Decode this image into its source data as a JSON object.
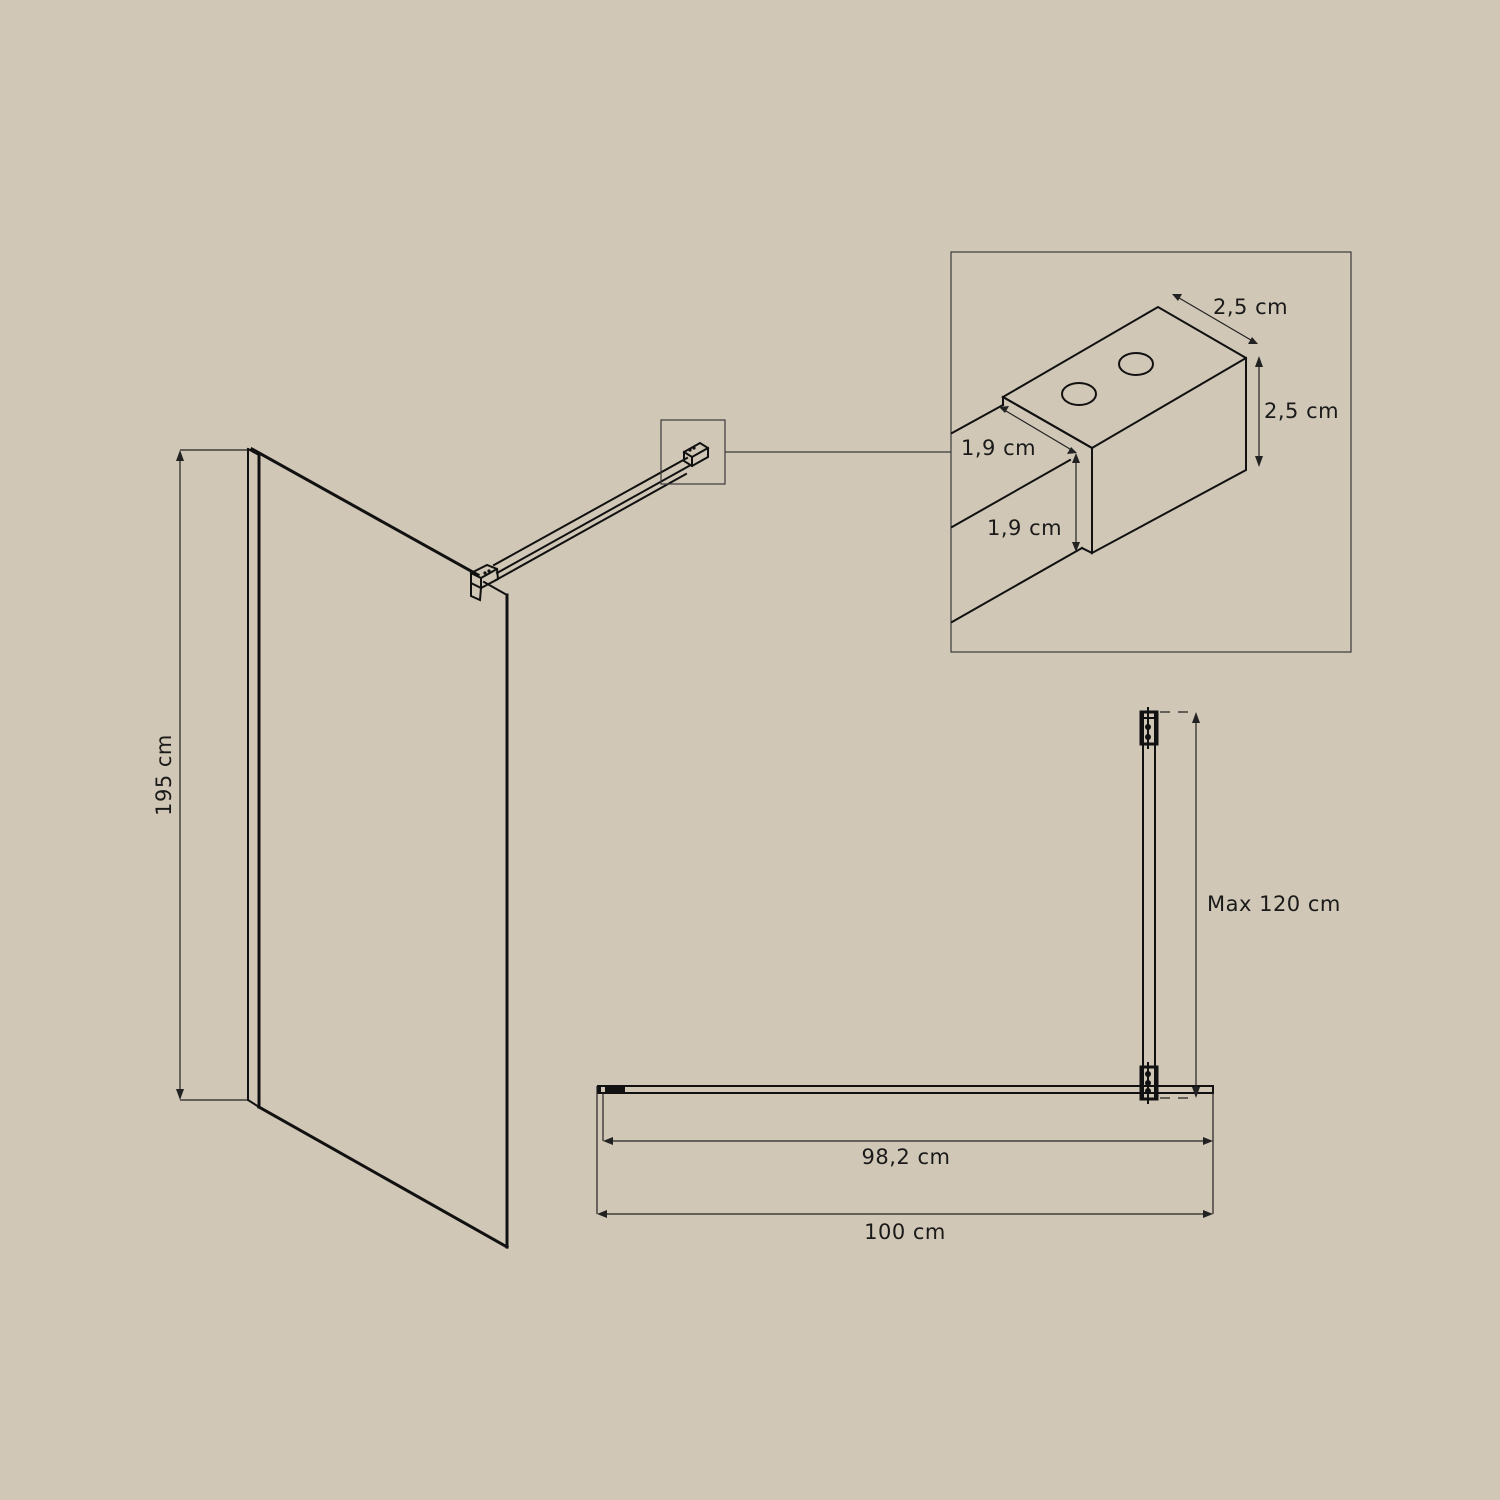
{
  "colors": {
    "background": "#d1c7b6",
    "line": "#111111",
    "text": "#1a1a1a"
  },
  "dimensions": {
    "panel_height": "195 cm",
    "profile_width_top": "2,5 cm",
    "profile_height": "2,5 cm",
    "bar_width": "1,9 cm",
    "bar_height": "1,9 cm",
    "glass_width": "98,2 cm",
    "total_width": "100 cm",
    "stabilizer_length": "Max 120 cm"
  },
  "views": {
    "isometric": "shower-wall-isometric",
    "detail": "stabilizer-bar-end-detail",
    "top": "top-view-plan"
  }
}
